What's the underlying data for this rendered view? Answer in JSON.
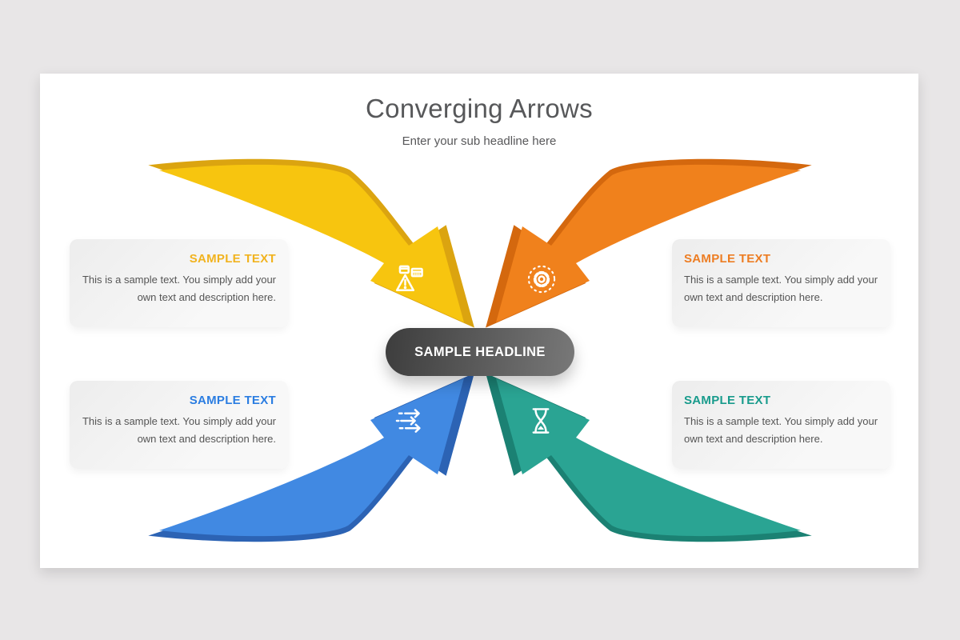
{
  "background_color": "#e8e6e7",
  "slide": {
    "title": "Converging Arrows",
    "subtitle": "Enter your sub headline here",
    "center_pill": {
      "label": "SAMPLE HEADLINE",
      "gradient_from": "#3d3d3d",
      "gradient_to": "#787878",
      "text_color": "#ffffff"
    }
  },
  "items": [
    {
      "position": "top-left",
      "heading": "SAMPLE TEXT",
      "body": "This is a sample text. You simply add your own text and description here.",
      "heading_color": "#f1b31f",
      "arrow_color": "#f7c50f",
      "arrow_shadow_color": "#dba410",
      "icon": "packages-alert-icon"
    },
    {
      "position": "top-right",
      "heading": "SAMPLE TEXT",
      "body": "This is a sample text. You simply add your own text and description here.",
      "heading_color": "#ed7d23",
      "arrow_color": "#f0811c",
      "arrow_shadow_color": "#d4680e",
      "icon": "process-gear-icon"
    },
    {
      "position": "bottom-left",
      "heading": "SAMPLE TEXT",
      "body": "This is a sample text. You simply add your own text and description here.",
      "heading_color": "#2b7de1",
      "arrow_color": "#4189e2",
      "arrow_shadow_color": "#2c63b4",
      "icon": "speed-arrows-icon"
    },
    {
      "position": "bottom-right",
      "heading": "SAMPLE TEXT",
      "body": "This is a sample text. You simply add your own text and description here.",
      "heading_color": "#189b8c",
      "arrow_color": "#2aa493",
      "arrow_shadow_color": "#1b8173",
      "icon": "hourglass-icon"
    }
  ]
}
